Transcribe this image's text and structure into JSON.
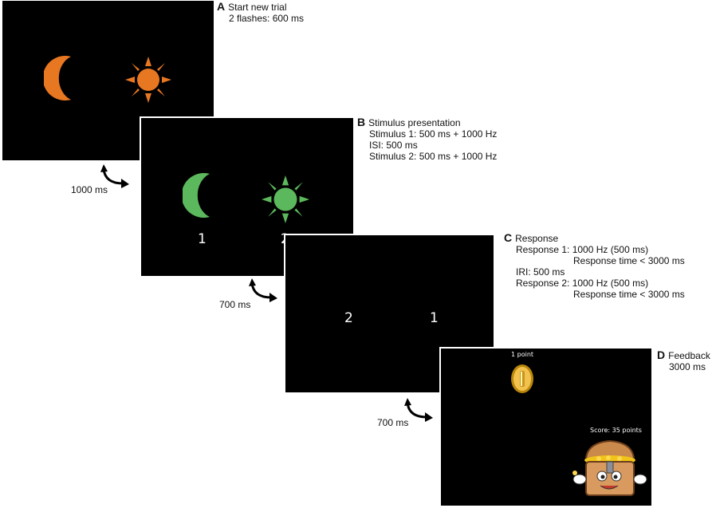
{
  "panels": {
    "a": {
      "letter": "A",
      "lines": [
        "Start new trial",
        "2 flashes: 600 ms"
      ],
      "stimuli": [
        "moon-icon",
        "sun-icon"
      ],
      "stimulus_color": "#e87722"
    },
    "b": {
      "letter": "B",
      "lines": [
        "Stimulus presentation",
        "Stimulus 1: 500 ms + 1000 Hz",
        "ISI: 500 ms",
        "Stimulus 2: 500 ms + 1000 Hz"
      ],
      "stimuli": [
        "moon-icon",
        "sun-icon"
      ],
      "stimulus_color": "#5cb85c",
      "numbers": [
        "1",
        "2"
      ]
    },
    "c": {
      "letter": "C",
      "title": "Response",
      "response1": "Response 1: 1000 Hz (500 ms)",
      "response1_time": "Response time < 3000 ms",
      "iri": "IRI: 500 ms",
      "response2": "Response 2: 1000 Hz (500 ms)",
      "response2_time": "Response time < 3000 ms",
      "numbers": [
        "2",
        "1"
      ]
    },
    "d": {
      "letter": "D",
      "lines": [
        "Feedback",
        "3000 ms"
      ],
      "point_text": "1 point",
      "score_text": "Score: 35 points",
      "icons": [
        "coin-icon",
        "treasure-chest-icon"
      ]
    }
  },
  "timings": [
    "1000 ms",
    "700 ms",
    "700 ms"
  ]
}
